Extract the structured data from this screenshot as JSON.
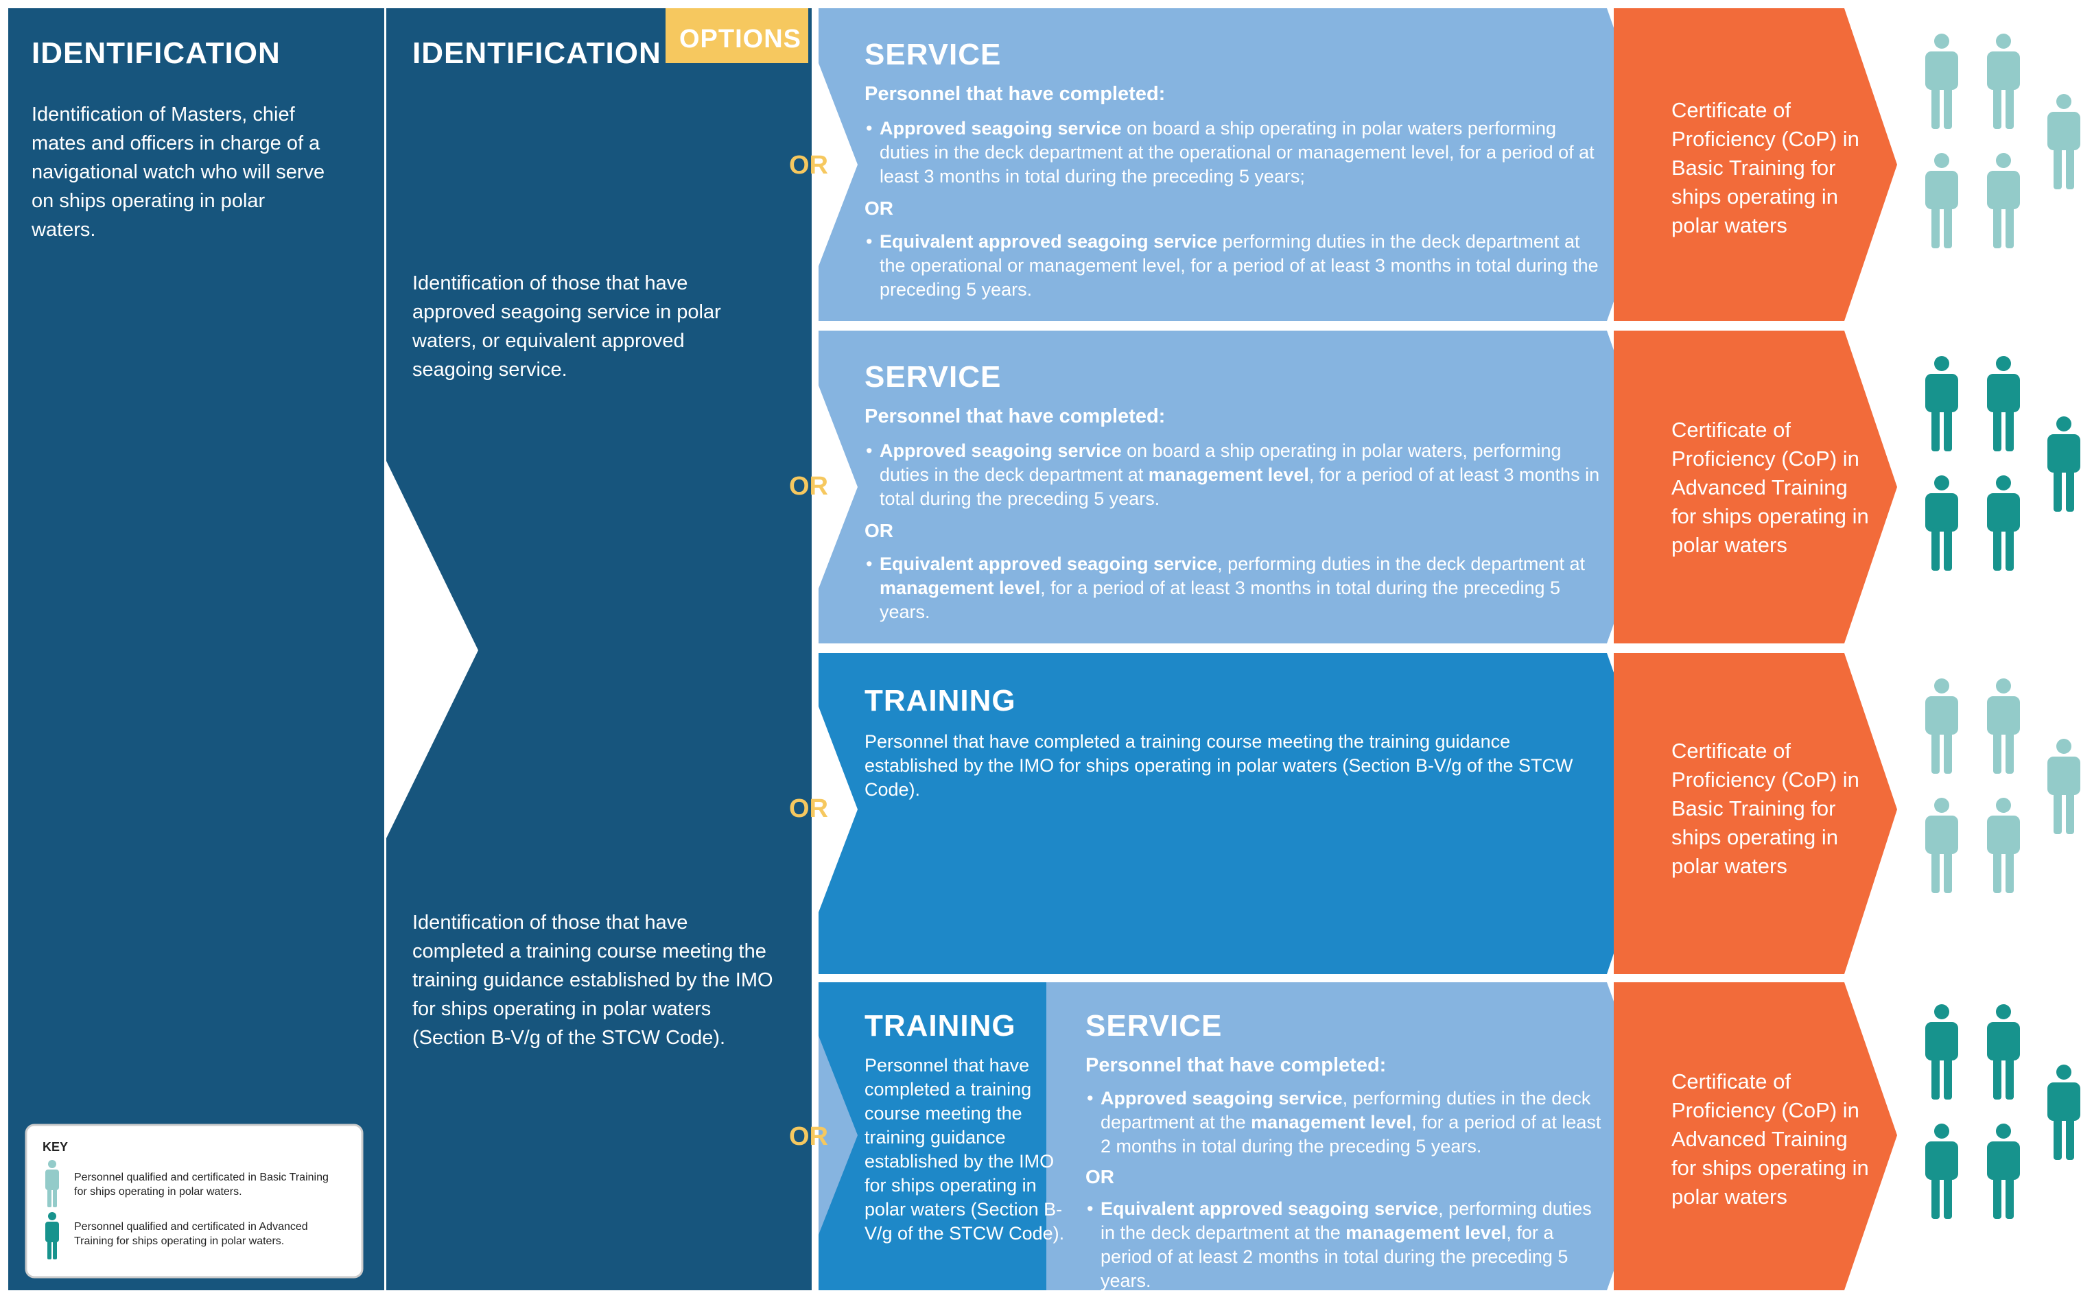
{
  "colors": {
    "dark_blue": "#17557d",
    "light_blue": "#86b4e0",
    "mid_blue": "#1e88c8",
    "orange": "#f26b3a",
    "yellow": "#f6c85f",
    "basic_person": "#93cbc9",
    "advanced_person": "#17938d"
  },
  "col1": {
    "title": "IDENTIFICATION",
    "text": "Identification of Masters, chief mates and officers in charge of a navigational watch who will serve on ships operating in polar waters."
  },
  "col2": {
    "title": "IDENTIFICATION",
    "options_label": "OPTIONS",
    "text_service": "Identification of those that have approved seagoing service in polar waters, or equivalent approved seagoing service.",
    "text_training": "Identification of those that have completed a training course meeting the training guidance established by the IMO for ships operating in polar waters (Section B-V/g of the STCW Code)."
  },
  "or_label": "OR",
  "rows": [
    {
      "title": "SERVICE",
      "subhead": "Personnel that have completed:",
      "b1_bold": "Approved seagoing service",
      "b1_rest": " on board a ship operating in polar waters performing duties in the deck department at the operational or management level, for a period of at least 3 months in total during the preceding 5 years;",
      "or": "OR",
      "b2_bold": "Equivalent approved seagoing service",
      "b2_rest": " performing duties in the deck department at the operational or management level, for a period of at least 3 months in total during the preceding 5 years.",
      "cop": "Certificate of Proficiency (CoP) in Basic Training for ships operating in polar waters",
      "person_type": "basic"
    },
    {
      "title": "SERVICE",
      "subhead": "Personnel that have completed:",
      "b1_bold": "Approved seagoing service",
      "b1_mid": " on board a ship operating in polar waters, performing duties in the deck department at ",
      "b1_bold2": "management level",
      "b1_rest": ", for a period of at least 3 months in total during the preceding 5 years.",
      "or": "OR",
      "b2_bold": "Equivalent approved seagoing service",
      "b2_mid": ", performing duties in the deck department at ",
      "b2_bold2": "management level",
      "b2_rest": ", for a period of at least 3 months in total during the preceding 5 years.",
      "cop": "Certificate of Proficiency (CoP) in Advanced Training for ships operating in polar waters",
      "person_type": "advanced"
    },
    {
      "title": "TRAINING",
      "text": "Personnel that have completed a training course meeting the training guidance established by the IMO for ships operating in polar waters (Section B-V/g of the STCW Code).",
      "cop": "Certificate of Proficiency (CoP) in Basic Training for ships operating in polar waters",
      "person_type": "basic"
    },
    {
      "training_title": "TRAINING",
      "training_text": "Personnel that have completed a training course meeting the training guidance established by the IMO for ships operating in polar waters (Section B-V/g of the STCW Code).",
      "title": "SERVICE",
      "subhead": "Personnel that have completed:",
      "b1_bold": "Approved seagoing service",
      "b1_mid": ", performing duties in the deck department at the ",
      "b1_bold2": "management level",
      "b1_rest": ", for a period of at least 2 months in total during the preceding 5 years.",
      "or": "OR",
      "b2_bold": "Equivalent approved seagoing service",
      "b2_mid": ", performing duties in the deck department at the ",
      "b2_bold2": "management level",
      "b2_rest": ", for a period of at least 2 months in total during the preceding 5 years.",
      "cop": "Certificate of Proficiency (CoP) in Advanced Training for ships operating in polar waters",
      "person_type": "advanced"
    }
  ],
  "key": {
    "title": "KEY",
    "basic": "Personnel qualified and certificated in Basic Training for ships operating in polar waters.",
    "advanced": "Personnel qualified and certificated in Advanced Training for ships operating in polar waters."
  }
}
